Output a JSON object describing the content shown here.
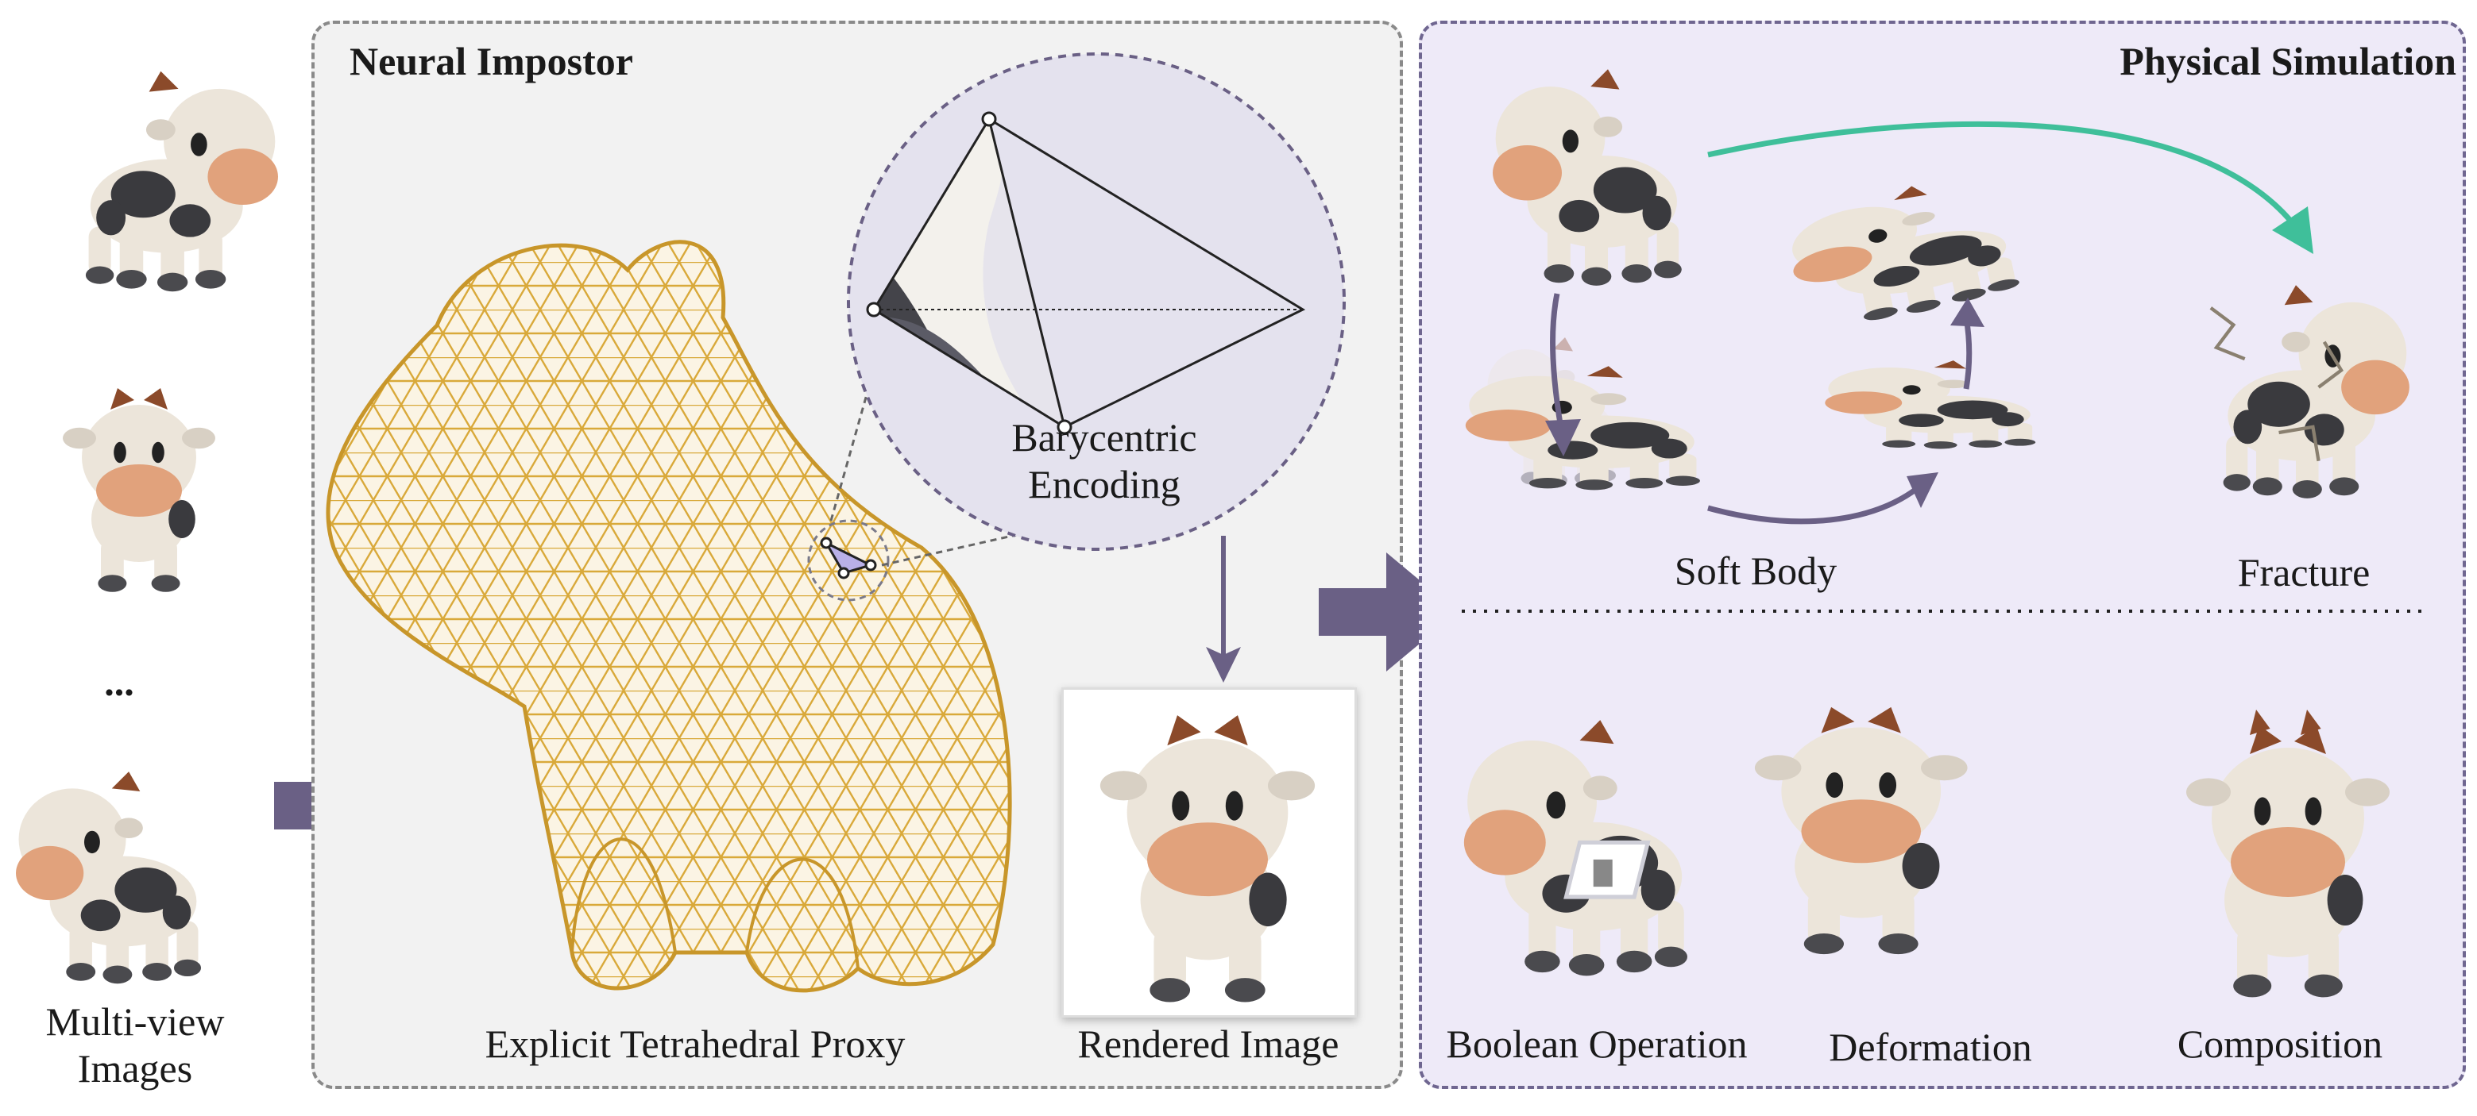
{
  "inputs": {
    "ellipsis": "...",
    "caption": [
      "Multi-view",
      "Images"
    ]
  },
  "neural_impostor": {
    "title": "Neural Impostor",
    "proxy_caption": "Explicit Tetrahedral Proxy",
    "zoom_caption": [
      "Barycentric",
      "Encoding"
    ],
    "render_caption": "Rendered Image"
  },
  "physical_simulation": {
    "title": "Physical Simulation",
    "captions": {
      "soft_body": "Soft Body",
      "fracture": "Fracture",
      "boolean": "Boolean Operation",
      "deformation": "Deformation",
      "composition": "Composition"
    }
  },
  "colors": {
    "arrow": "#6a6085",
    "wireframe": "#d9a93a",
    "fracture_arrow": "#3fbf9a",
    "cow_body": "#ece5da",
    "cow_spot": "#3a3a3e",
    "cow_snout": "#e1a27c",
    "cow_horn": "#8b4a2a"
  }
}
